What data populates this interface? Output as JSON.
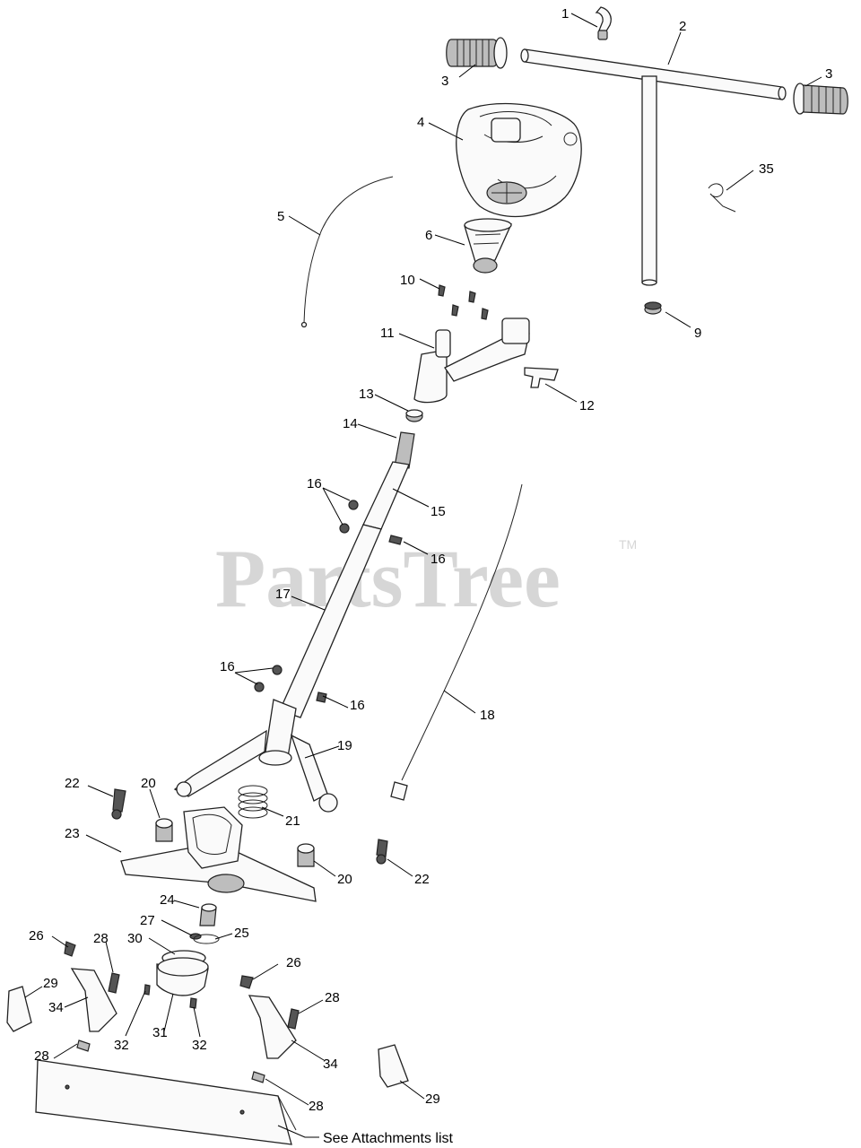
{
  "watermark": {
    "text": "PartsTree",
    "tm": "TM"
  },
  "footer_note": "See Attachments list",
  "callouts": {
    "c1": "1",
    "c2": "2",
    "c3a": "3",
    "c3b": "3",
    "c4": "4",
    "c5": "5",
    "c6": "6",
    "c9": "9",
    "c10": "10",
    "c11": "11",
    "c12": "12",
    "c13": "13",
    "c14": "14",
    "c15": "15",
    "c16a": "16",
    "c16b": "16",
    "c16c": "16",
    "c16d": "16",
    "c17": "17",
    "c18": "18",
    "c19": "19",
    "c20a": "20",
    "c20b": "20",
    "c21": "21",
    "c22a": "22",
    "c22b": "22",
    "c23": "23",
    "c24": "24",
    "c25": "25",
    "c26a": "26",
    "c26b": "26",
    "c27": "27",
    "c28a": "28",
    "c28b": "28",
    "c28c": "28",
    "c28d": "28",
    "c29a": "29",
    "c29b": "29",
    "c30": "30",
    "c31": "31",
    "c32a": "32",
    "c32b": "32",
    "c34a": "34",
    "c34b": "34",
    "c35": "35"
  }
}
